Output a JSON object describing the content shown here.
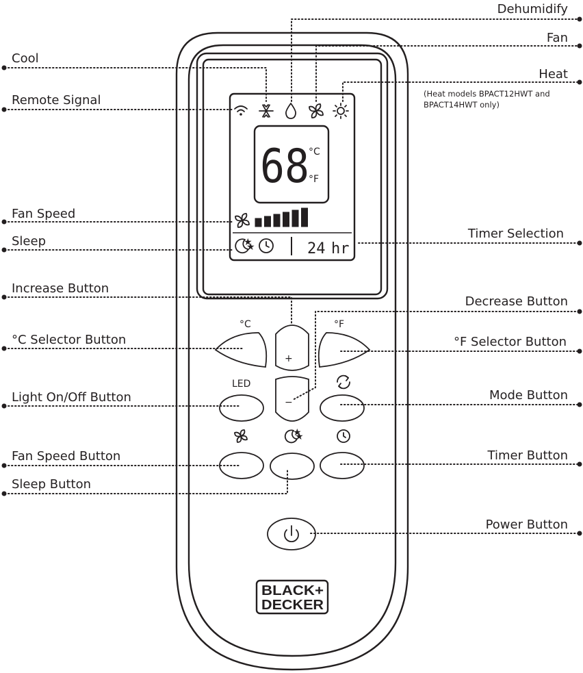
{
  "labels": {
    "dehumidify": "Dehumidify",
    "fan": "Fan",
    "heat": "Heat",
    "heat_note_1": "(Heat models BPACT12HWT and",
    "heat_note_2": "BPACT14HWT only)",
    "cool": "Cool",
    "remote_signal": "Remote Signal",
    "fan_speed": "Fan Speed",
    "sleep": "Sleep",
    "timer_selection": "Timer Selection",
    "increase_button": "Increase Button",
    "decrease_button": "Decrease Button",
    "c_selector_button": "°C Selector Button",
    "f_selector_button": "°F Selector Button",
    "light_button": "Light On/Off Button",
    "mode_button": "Mode Button",
    "fan_speed_button": "Fan Speed Button",
    "timer_button": "Timer Button",
    "sleep_button": "Sleep Button",
    "power_button": "Power Button"
  },
  "display": {
    "temperature": "68",
    "unit_c": "°C",
    "unit_f": "°F",
    "timer_value": "24",
    "timer_unit": "hr",
    "fan_speed_level": 6,
    "fan_speed_max": 6
  },
  "buttons": {
    "c_label": "°C",
    "f_label": "°F",
    "led_label": "LED",
    "plus_symbol": "+",
    "minus_symbol": "−"
  },
  "brand": {
    "line1": "BLACK+",
    "line2": "DECKER"
  },
  "icons": [
    "signal-icon",
    "snowflake-icon",
    "droplet-icon",
    "fan-icon",
    "sun-icon",
    "moon-icon",
    "clock-icon",
    "mode-cycle-icon",
    "power-icon"
  ]
}
